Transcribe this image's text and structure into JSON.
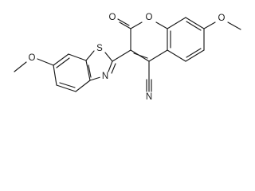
{
  "atoms": {
    "ring_oxygen": "O",
    "carbonyl_oxygen": "O",
    "methoxy_oxygen_coumarin": "O",
    "methoxy_oxygen_benzothiazole": "O",
    "thiazole_sulfur": "S",
    "thiazole_nitrogen": "N",
    "nitrile_nitrogen": "N"
  }
}
